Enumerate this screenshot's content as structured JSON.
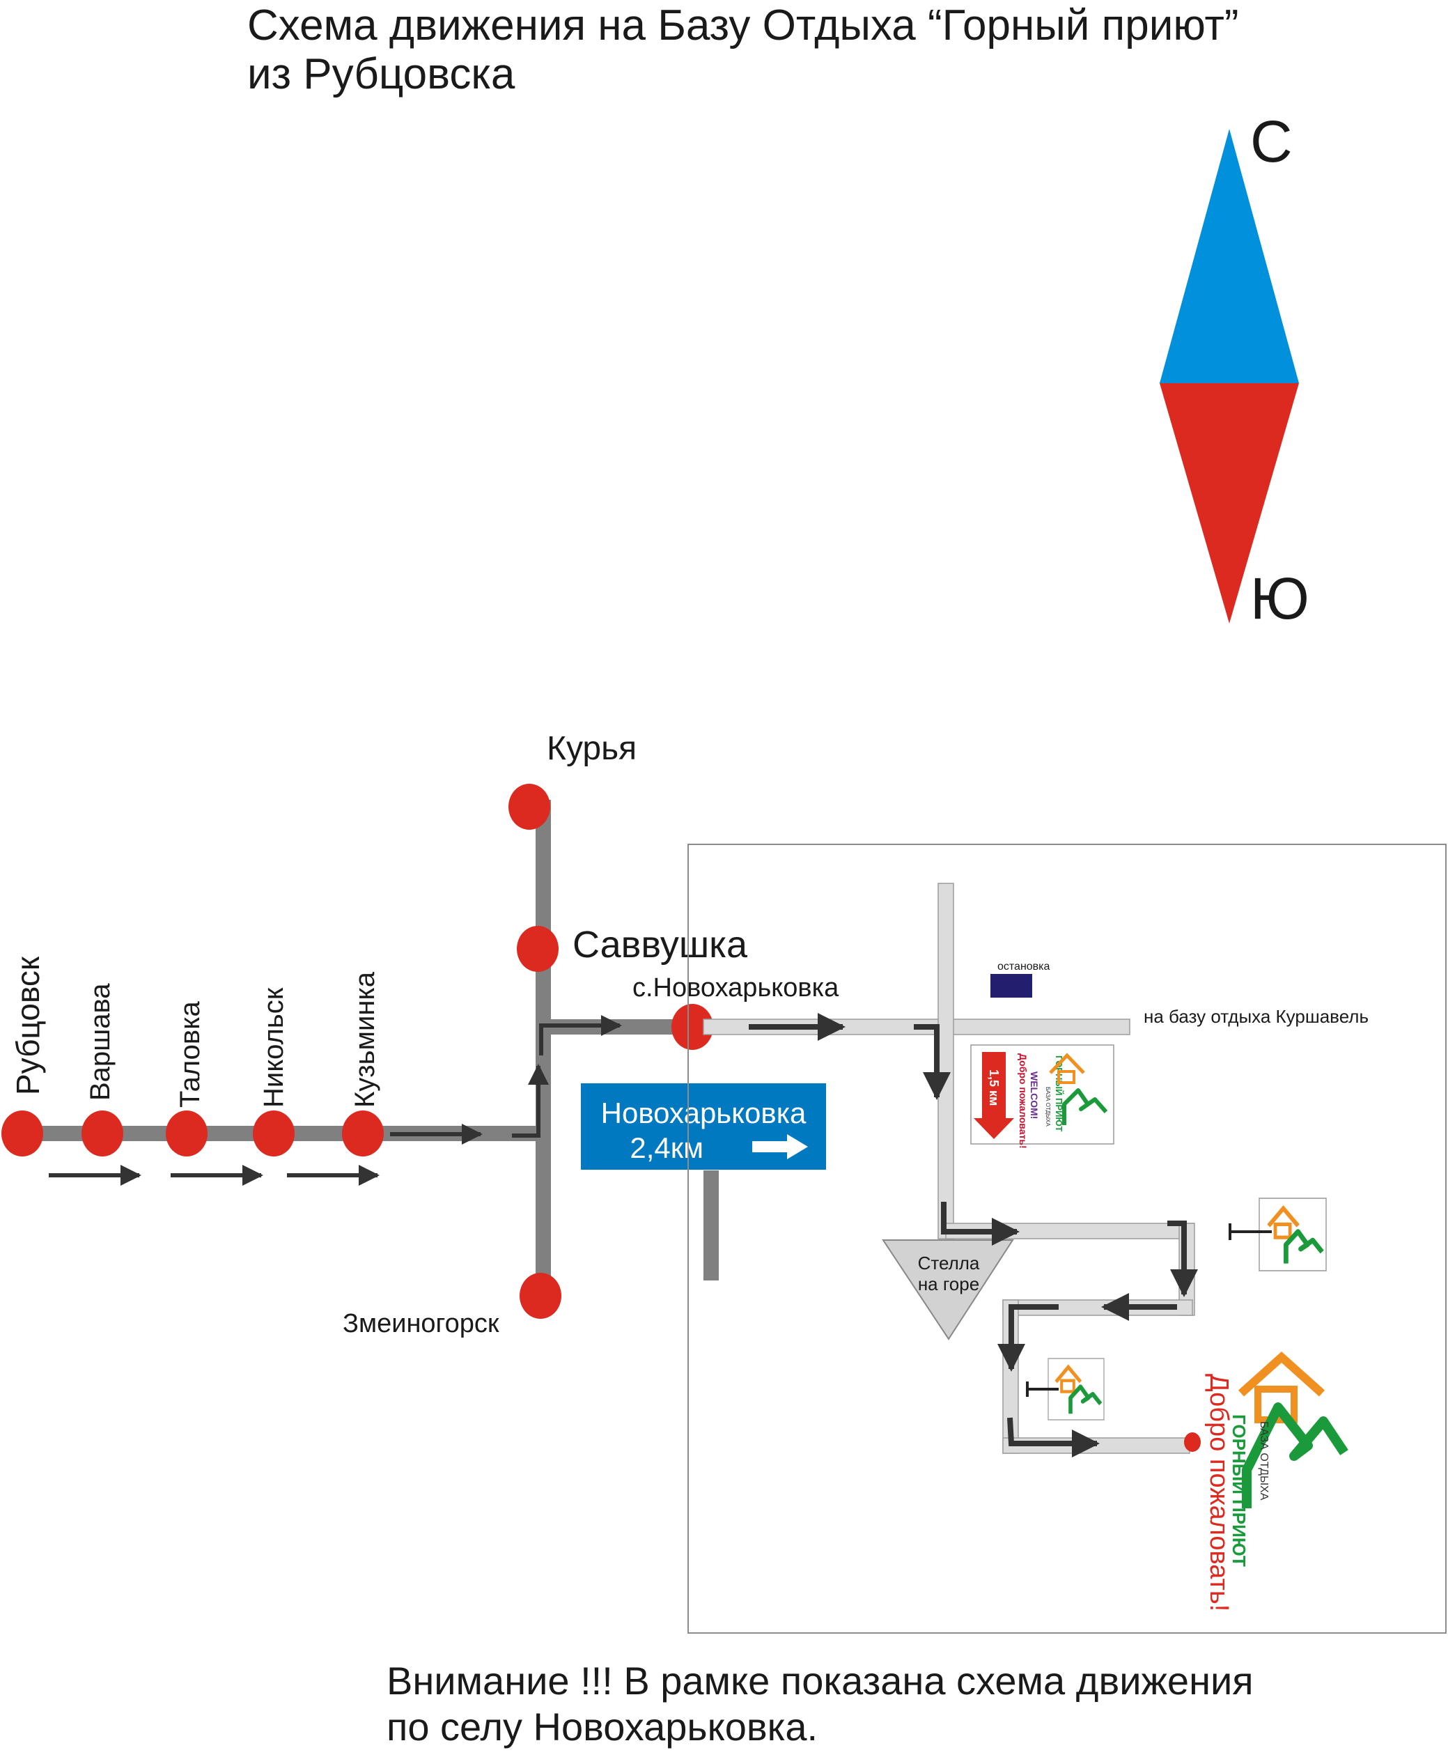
{
  "title": {
    "line1": "Схема движения на Базу Отдыха “Горный приют”",
    "line2": "из Рубцовска"
  },
  "compass": {
    "north_label": "С",
    "south_label": "Ю",
    "north_color": "#0090dc",
    "south_color": "#dc2a20"
  },
  "places": {
    "rubtsovsk": "Рубцовск",
    "varshava": "Варшава",
    "talovka": "Таловка",
    "nikolsk": "Никольск",
    "kuzminka": "Кузьминка",
    "kurya": "Курья",
    "savvushka": "Саввушка",
    "zmeinogorsk": "Змеиногорск",
    "novokharkovka_village": "с.Новохарьковка"
  },
  "road_sign": {
    "line1": "Новохарьковка",
    "line2": "2,4км",
    "color": "#0079c1"
  },
  "village_map": {
    "bus_stop": "остановка",
    "kurshavel": "на базу отдыха Куршавель",
    "stella_line1": "Стелла",
    "stella_line2": "на горе"
  },
  "banner": {
    "base": "БАЗА ОТДЫХА",
    "name": "ГОРНЫЙ ПРИЮТ",
    "greeting": "Добро пожаловать!",
    "welcome": "WELCOM!",
    "distance": "1,5 км"
  },
  "final_greeting": "Добро пожаловать!",
  "notice": {
    "line1": "Внимание !!! В рамке показана схема движения",
    "line2": "по селу Новохарьковка."
  },
  "colors": {
    "road_main": "#808080",
    "road_village": "#dcdcdc",
    "city_dot": "#dc2a20",
    "arrow": "#333333",
    "logo_green": "#1a9a3a",
    "logo_orange": "#f09020"
  }
}
